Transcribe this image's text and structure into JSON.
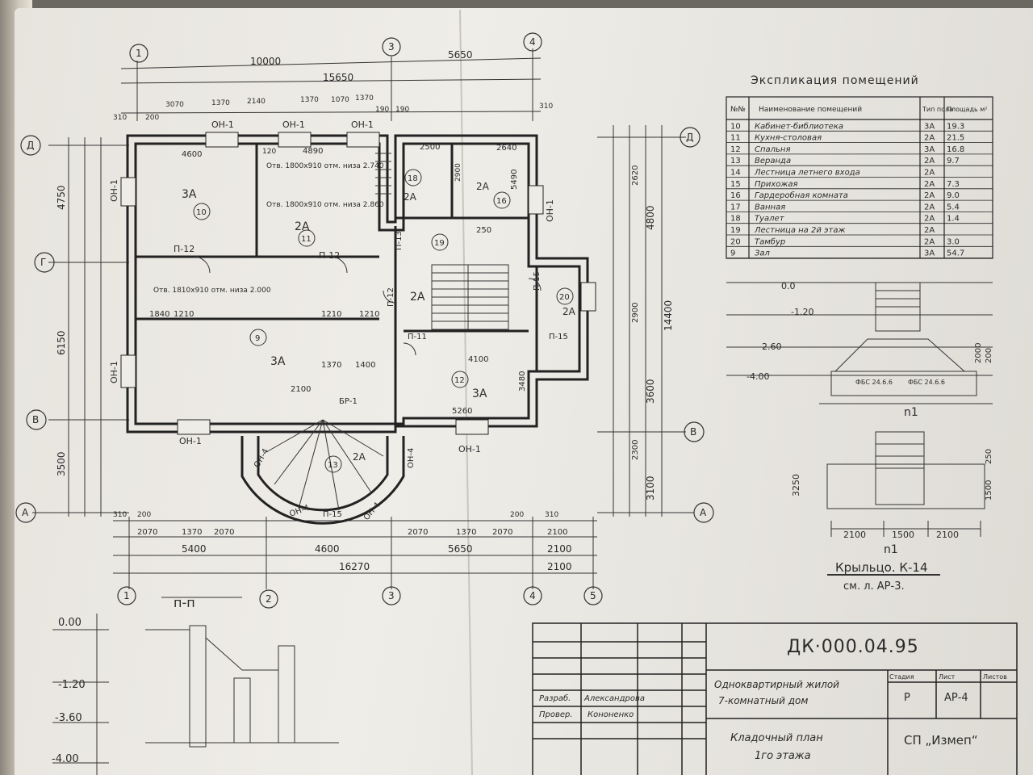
{
  "drawing": {
    "axes_top": [
      "1",
      "3",
      "4"
    ],
    "axes_bottom": [
      "1",
      "2",
      "3",
      "4",
      "5"
    ],
    "axes_left": [
      "Д",
      "Г",
      "В",
      "А"
    ],
    "axes_right": [
      "Д",
      "В",
      "А"
    ],
    "dims_top": [
      "10000",
      "5650",
      "15650"
    ],
    "dims_top_small": [
      "3070",
      "1370",
      "2140",
      "1370",
      "1070",
      "1370",
      "190",
      "190",
      "310",
      "310",
      "200"
    ],
    "dims_left": [
      "4750",
      "6150",
      "3500"
    ],
    "dims_right": [
      "4800",
      "14400",
      "3600",
      "3100",
      "2620",
      "2900",
      "2300"
    ],
    "dims_bottom": [
      "2070",
      "1370",
      "2070",
      "2070",
      "1370",
      "2070",
      "2100",
      "5400",
      "4600",
      "5650",
      "2100",
      "16270",
      "2100",
      "310",
      "200",
      "200",
      "310"
    ],
    "openings": [
      "ОН-1",
      "ОН-1",
      "ОН-1",
      "ОН-1",
      "ОН-1",
      "ОН-1",
      "ОН-1",
      "ОН-1",
      "ОН-4",
      "ОН-4",
      "ОН-4",
      "ОН-4"
    ],
    "doors": [
      "П-12",
      "П-12",
      "П-13",
      "П-12",
      "П-15",
      "П-15",
      "П-11",
      "П-15",
      "БР-1"
    ],
    "room_numbers": [
      "10",
      "11",
      "18",
      "16",
      "19",
      "9",
      "20",
      "12",
      "13"
    ],
    "room_floors": [
      "3А",
      "2А",
      "2А",
      "2А",
      "2А",
      "3А",
      "2А",
      "3А",
      "2А"
    ],
    "room_dims": [
      "4600",
      "4890",
      "2500",
      "2640",
      "5490",
      "2900",
      "4100",
      "3480",
      "5260",
      "2100",
      "1840",
      "1210",
      "1210",
      "1210",
      "1370",
      "1400",
      "250",
      "120"
    ],
    "notes": [
      "Отв. 1800х910 отм. низа 2.740",
      "Отв. 1800х910 отм. низа 2.860",
      "Отв. 1810х910 отм. низа 2.000"
    ],
    "levels_section": [
      "0.00",
      "-1.20",
      "-3.60",
      "-4.00"
    ],
    "section_title": "п-п",
    "levels_porch": [
      "0.0",
      "-1.20",
      "-2.60",
      "-4.00"
    ],
    "porch_labels": [
      "ФБС 24.6.6",
      "ФБС 24.6.6",
      "n1",
      "n1"
    ],
    "porch_dims": [
      "2100",
      "1500",
      "2100",
      "3250",
      "1500",
      "250",
      "2000",
      "200"
    ],
    "porch_title": "Крыльцо. К-14",
    "porch_ref": "см. л. АР-3."
  },
  "explication": {
    "title": "Экспликация помещений",
    "headers": [
      "№№",
      "Наименование помещений",
      "Тип пола",
      "Площадь м²"
    ],
    "rows": [
      [
        "10",
        "Кабинет-библиотека",
        "3А",
        "19.3"
      ],
      [
        "11",
        "Кухня-столовая",
        "2А",
        "21.5"
      ],
      [
        "12",
        "Спальня",
        "3А",
        "16.8"
      ],
      [
        "13",
        "Веранда",
        "2А",
        "9.7"
      ],
      [
        "14",
        "Лестница летнего входа",
        "2А",
        ""
      ],
      [
        "15",
        "Прихожая",
        "2А",
        "7.3"
      ],
      [
        "16",
        "Гардеробная комната",
        "2А",
        "9.0"
      ],
      [
        "17",
        "Ванная",
        "2А",
        "5.4"
      ],
      [
        "18",
        "Туалет",
        "2А",
        "1.4"
      ],
      [
        "19",
        "Лестница на 2й этаж",
        "2А",
        ""
      ],
      [
        "20",
        "Тамбур",
        "2А",
        "3.0"
      ],
      [
        "9",
        "Зал",
        "3А",
        "54.7"
      ]
    ]
  },
  "title_block": {
    "code": "ДК·000.04.95",
    "project_line1": "Одноквартирный жилой",
    "project_line2": "7-комнатный дом",
    "stage_header": "Стадия",
    "sheet_header": "Лист",
    "sheets_header": "Листов",
    "stage": "Р",
    "sheet": "АР-4",
    "designer_role": "Разраб.",
    "designer": "Александрова",
    "checker_role": "Провер.",
    "checker": "Кононенко",
    "sheet_title_line1": "Кладочный план",
    "sheet_title_line2": "1го этажа",
    "org": "СП „Измеп“"
  }
}
